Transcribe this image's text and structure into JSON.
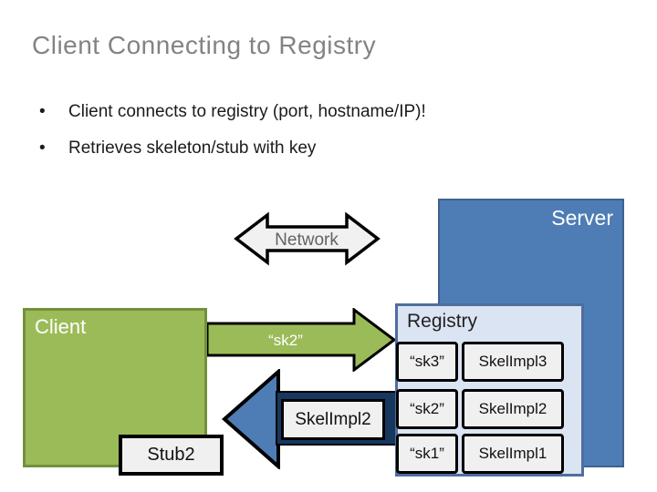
{
  "slide": {
    "title": "Client Connecting to Registry",
    "bullets": [
      "Client connects to registry (port, hostname/IP)!",
      "Retrieves skeleton/stub with key"
    ]
  },
  "diagram": {
    "network_label": "Network",
    "server_label": "Server",
    "client_label": "Client",
    "request_arrow_label": "“sk2”",
    "response_label": "SkelImpl2",
    "stub_label": "Stub2",
    "registry": {
      "title": "Registry",
      "rows": [
        {
          "key": "“sk3”",
          "value": "SkelImpl3"
        },
        {
          "key": "“sk2”",
          "value": "SkelImpl2"
        },
        {
          "key": "“sk1”",
          "value": "SkelImpl1"
        }
      ]
    },
    "colors": {
      "server_blue": "#4E7DB5",
      "client_green": "#9BBB59",
      "registry_panel": "#DBE4F2",
      "shadow_navy": "#17375E",
      "shape_gray": "#F0F0F0",
      "title_gray": "#838383"
    }
  }
}
